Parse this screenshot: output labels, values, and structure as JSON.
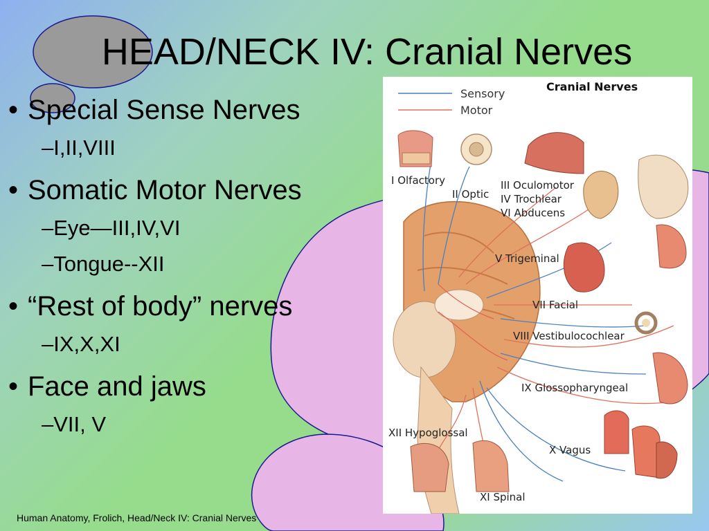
{
  "slide": {
    "title": "HEAD/NECK IV:  Cranial Nerves",
    "bullets": [
      {
        "text": "Special Sense Nerves",
        "sub": [
          "–I,II,VIII"
        ]
      },
      {
        "text": "Somatic Motor Nerves",
        "sub": [
          "–Eye—III,IV,VI",
          "–Tongue--XII"
        ]
      },
      {
        "text": "“Rest of body” nerves",
        "sub": [
          "–IX,X,XI"
        ]
      },
      {
        "text": "Face and jaws",
        "sub": [
          "–VII, V"
        ]
      }
    ],
    "bullet_glyph": "•",
    "footer": "Human Anatomy, Frolich, Head/Neck IV:  Cranial Nerves"
  },
  "figure": {
    "title": "Cranial Nerves",
    "legend": {
      "sensory": "Sensory",
      "motor": "Motor",
      "sensory_color": "#4a7fc0",
      "motor_color": "#e0705a"
    },
    "labels": {
      "olfactory": "I Olfactory",
      "optic": "II Optic",
      "oculomotor": "III Oculomotor",
      "trochlear": "IV Trochlear",
      "abducens": "VI Abducens",
      "trigeminal": "V Trigeminal",
      "facial": "VII Facial",
      "vestibulocochlear": "VIII Vestibulocochlear",
      "glossopharyngeal": "IX Glossopharyngeal",
      "hypoglossal": "XII Hypoglossal",
      "vagus": "X Vagus",
      "spinal": "XI Spinal"
    }
  },
  "colors": {
    "pink_blob": "#e8b6e6",
    "gray_blob": "#9a9a9a",
    "blob_outline": "#1a1a8c"
  }
}
